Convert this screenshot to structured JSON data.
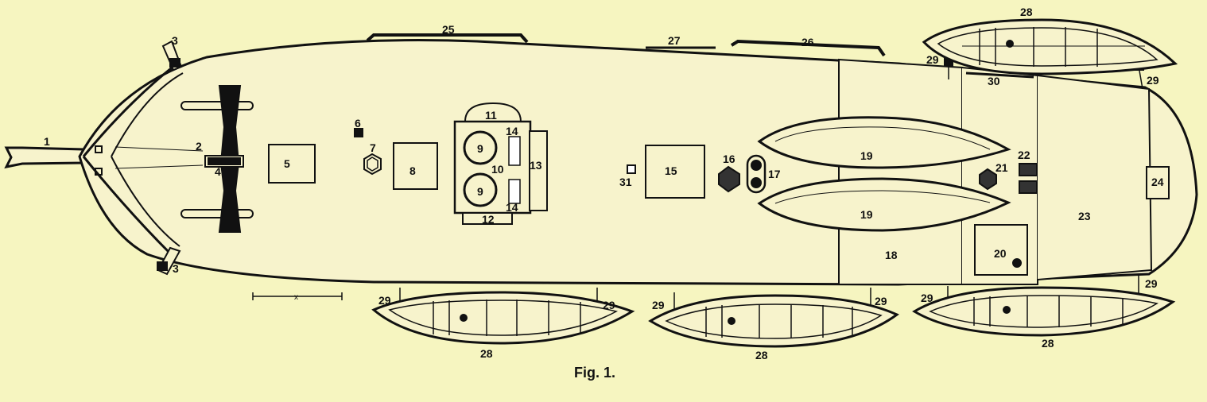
{
  "figure": {
    "caption": "Fig. 1.",
    "scale_label": "x",
    "colors": {
      "background": "#f6f5c0",
      "ink": "#111111",
      "deck": "#f7f3cc"
    }
  },
  "labels": {
    "bowsprit": "1",
    "windlass_pin": "2",
    "cathead_upper": "3",
    "cathead_lower": "3",
    "windlass": "4",
    "hatch_fore": "5",
    "vent_small": "6",
    "deck_fitting_hex": "7",
    "hatch_8": "8",
    "boiler_upper": "9",
    "boiler_lower": "9",
    "funnel_base": "10",
    "casing_top": "11",
    "casing_bottom": "12",
    "engine_side": "13",
    "fitting_14_upper": "14",
    "fitting_14_lower": "14",
    "hatch_main": "15",
    "hex_fitting_16": "16",
    "bitts_17": "17",
    "poop_deck": "18",
    "boat_deck_upper": "19",
    "boat_deck_lower": "19",
    "cabin_hatch": "20",
    "hex_fitting_21": "21",
    "skylight": "22",
    "quarterdeck": "23",
    "stern_box": "24",
    "chains_fore": "25",
    "rail_27": "27",
    "chains_aft": "26",
    "boat_upper": "28",
    "boat_lower_1": "28",
    "boat_lower_2": "28",
    "boat_lower_3": "28",
    "davit_u1": "29",
    "davit_u2": "29",
    "davit_l1": "29",
    "davit_l2": "29",
    "davit_l3": "29",
    "davit_l4": "29",
    "davit_l5": "29",
    "davit_l6": "29",
    "rail_30": "30",
    "small_vent_31": "31"
  }
}
